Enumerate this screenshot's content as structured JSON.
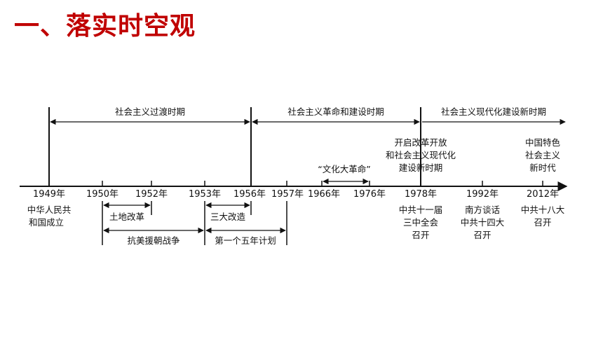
{
  "page_title": "一、落实时空观",
  "periods": [
    {
      "label": "社会主义过渡时期"
    },
    {
      "label": "社会主义革命和建设时期"
    },
    {
      "label": "社会主义现代化建设新时期"
    }
  ],
  "years": [
    "1949年",
    "1950年",
    "1952年",
    "1953年",
    "1956年",
    "1957年",
    "1966年",
    "1976年",
    "1978年",
    "1992年",
    "2012年"
  ],
  "above_events": [
    {
      "year": "1966-1976",
      "lines": [
        "“文化大革命”"
      ]
    },
    {
      "year": "1978年",
      "lines": [
        "开启改革开放",
        "和社会主义现代化",
        "建设新时期"
      ]
    },
    {
      "year": "2012年",
      "lines": [
        "中国特色",
        "社会主义",
        "新时代"
      ]
    }
  ],
  "below_events": [
    {
      "year": "1949年",
      "lines": [
        "中华人民共",
        "和国成立"
      ]
    },
    {
      "year": "1978年",
      "lines": [
        "中共十一届",
        "三中全会",
        "召开"
      ]
    },
    {
      "year": "1992年",
      "lines": [
        "南方谈话",
        "中共十四大",
        "召开"
      ]
    },
    {
      "year": "2012年",
      "lines": [
        "中共十八大",
        "召开"
      ]
    }
  ],
  "spans": [
    {
      "from": "1950年",
      "to": "1952年",
      "label": "土地改革"
    },
    {
      "from": "1950年",
      "to": "1953年",
      "label": "抗美援朝战争"
    },
    {
      "from": "1953年",
      "to": "1956年",
      "label": "三大改造"
    },
    {
      "from": "1953年",
      "to": "1957年",
      "label": "第一个五年计划"
    }
  ],
  "colors": {
    "title": "#c00000",
    "line": "#111111"
  }
}
